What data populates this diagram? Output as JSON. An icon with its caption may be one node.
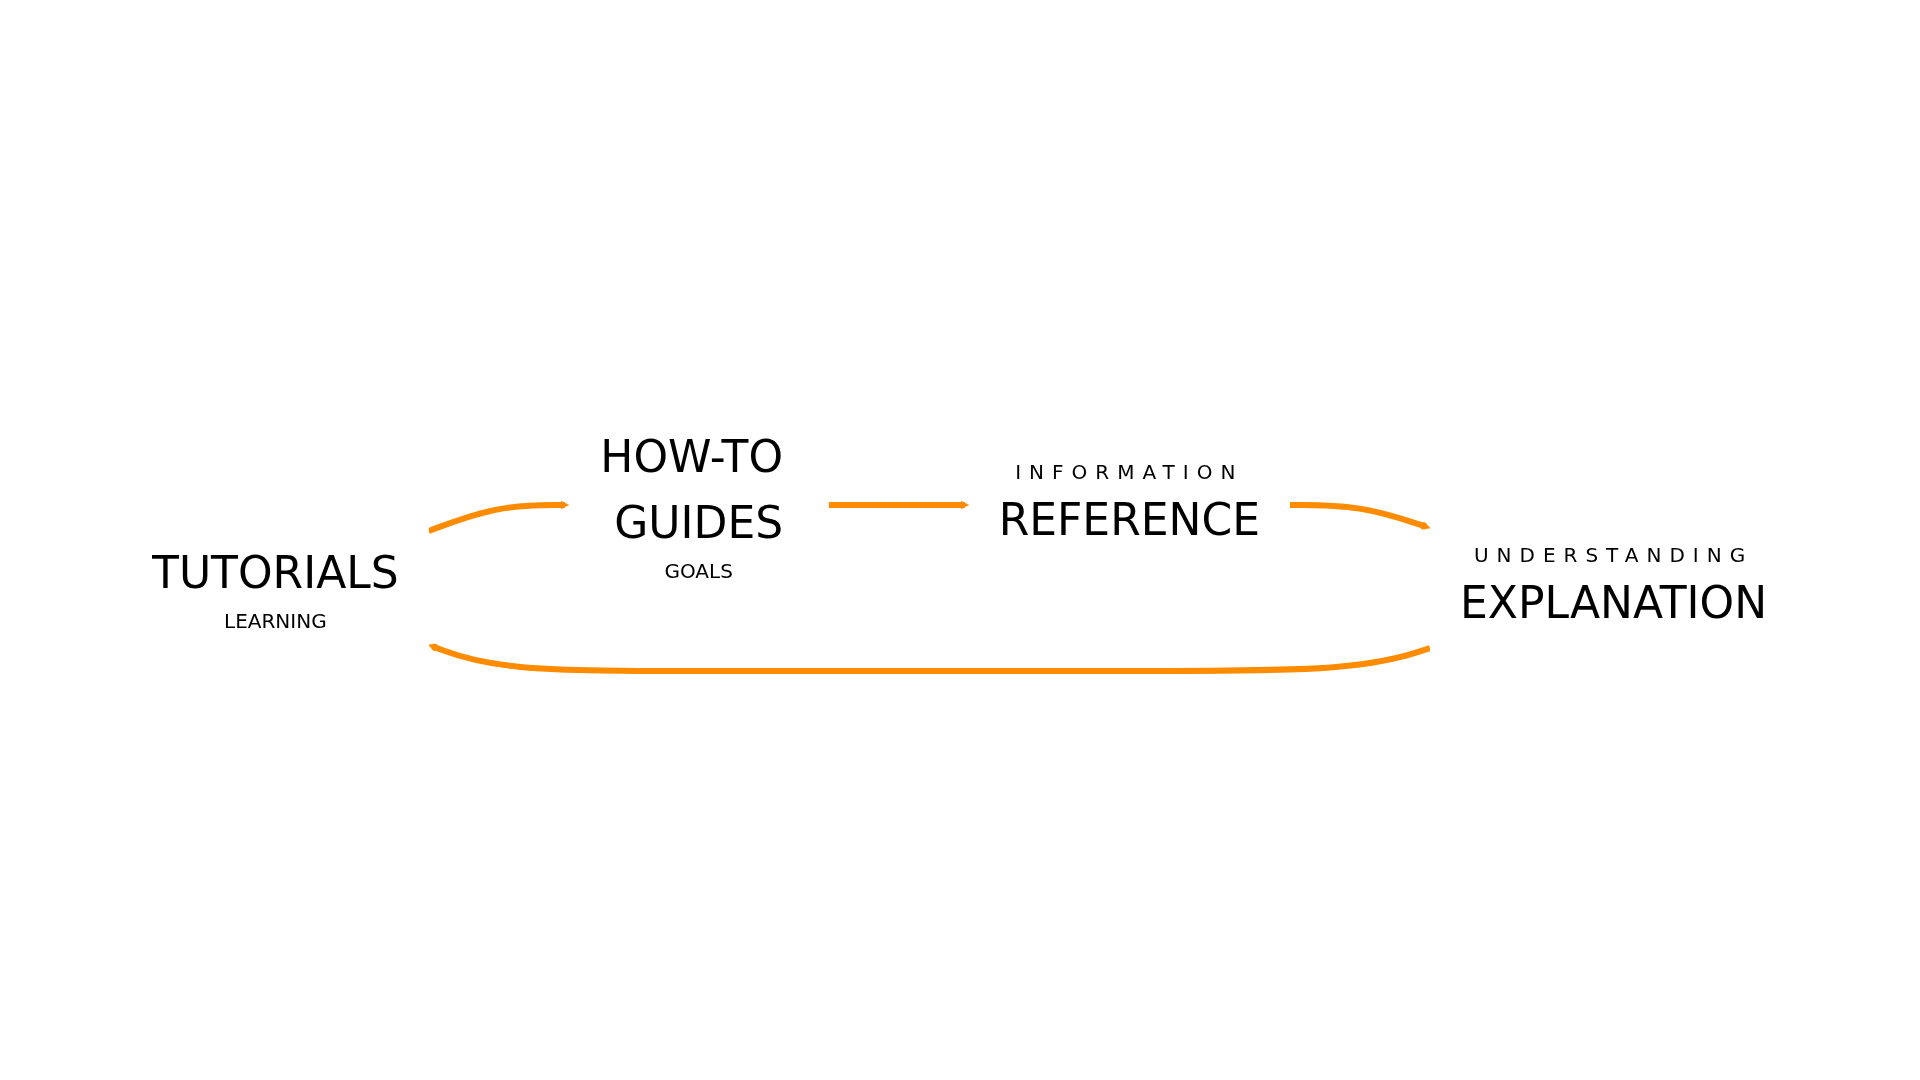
{
  "diagram": {
    "nodes": [
      {
        "text": [
          "TUTORIALS",
          "LEARNING"
        ]
      },
      {
        "text": [
          "HOW-TO GUIDES",
          "GOALS"
        ]
      },
      {
        "text": [
          "UNDERSTANDING",
          "EXPLANATION"
        ]
      },
      {
        "text": [
          "INFORMATION",
          "REFERENCE"
        ]
      }
    ],
    "edges": [
      {
        "from": 0,
        "to": 1,
        "arrow": "to"
      },
      {
        "from": 1,
        "to": 3,
        "arrow": "to"
      },
      {
        "from": 3,
        "to": 2,
        "arrow": "to"
      },
      {
        "from": 2,
        "to": 0,
        "arrow": "to"
      }
    ]
  }
}
